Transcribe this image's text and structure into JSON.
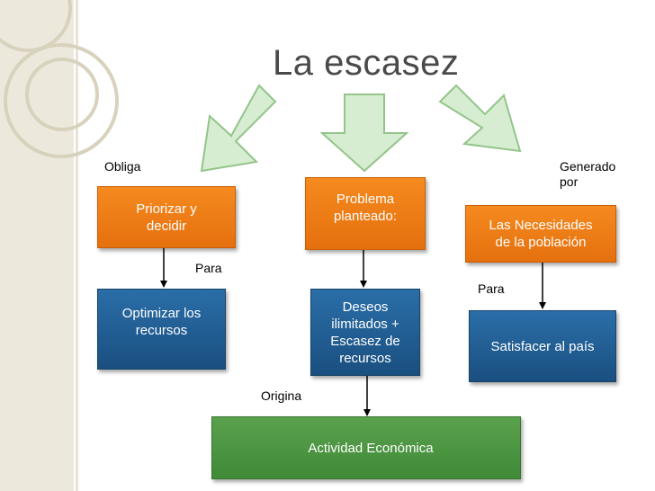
{
  "title": "La escasez",
  "labels": {
    "obliga": "Obliga",
    "generado_por": "Generado\npor",
    "para_left": "Para",
    "para_right": "Para",
    "origina": "Origina"
  },
  "boxes": {
    "priorizar": "Priorizar y\ndecidir",
    "problema": "Problema\nplanteado:",
    "necesidades": "Las Necesidades\nde la población",
    "optimizar": "Optimizar los\nrecursos",
    "deseos": "Deseos\nilimitados +\nEscasez de\nrecursos",
    "satisfacer": "Satisfacer al país",
    "actividad": "Actividad Económica"
  },
  "colors": {
    "orange": "#f0801a",
    "blue": "#1f5a8f",
    "green": "#4a9440",
    "big_arrow_fill": "#d6edd1",
    "big_arrow_stroke": "#93c48a"
  }
}
